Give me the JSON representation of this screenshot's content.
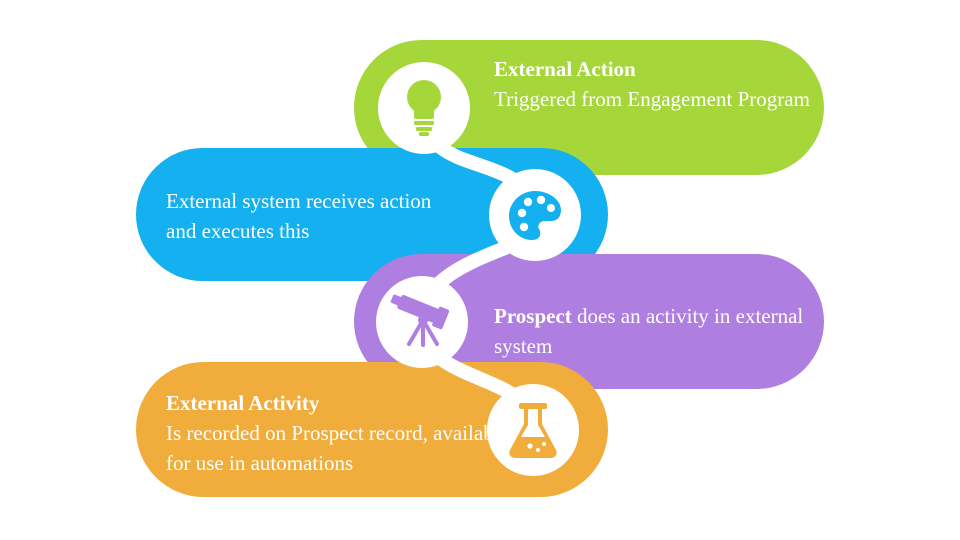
{
  "steps": [
    {
      "title": "External Action",
      "description": "Triggered from Engagement Program",
      "icon": "lightbulb-icon",
      "color": "#a5d63a"
    },
    {
      "description": "External system receives action and executes this",
      "icon": "palette-icon",
      "color": "#14b0ef"
    },
    {
      "bold_lead": "Prospect",
      "description": " does an activity in external system",
      "icon": "telescope-icon",
      "color": "#ae7ee0"
    },
    {
      "title": "External Activity",
      "description": "Is recorded on Prospect record, available for use in automations",
      "icon": "flask-icon",
      "color": "#f1ad3c"
    }
  ]
}
